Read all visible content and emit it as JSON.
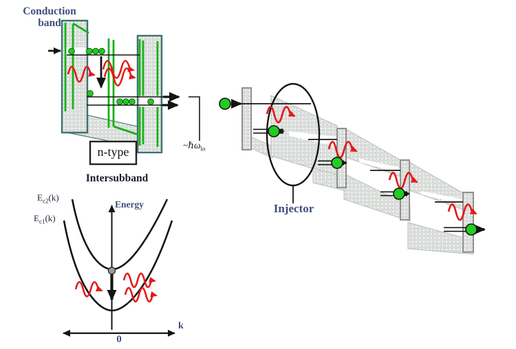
{
  "band_diagram": {
    "conduction_line1": "Conduction",
    "conduction_line2": "band",
    "n_type": "n-type",
    "phonon": {
      "pre": "~ℏω",
      "sub": "lo"
    }
  },
  "dispersion": {
    "title": "Intersubband",
    "curve_upper": {
      "main": "E",
      "sub": "c2",
      "rest": "(k)"
    },
    "curve_lower": {
      "main": "E",
      "sub": "c1",
      "rest": "(k)"
    },
    "energy_label": "Energy",
    "k_label": "k",
    "origin_label": "0"
  },
  "cascade": {
    "injector_label": "Injector"
  },
  "colors": {
    "well_green": "#17b117",
    "electron_green": "#22cc22",
    "photon_red": "#e41a1a",
    "barrier_teal": "#3e7270",
    "label_blue": "#3f4e7e",
    "ink_black": "#141414",
    "hatch_base": "#eceeec",
    "hatch_dot": "#b4bab6",
    "cascade_barrier_gray": "#909090"
  }
}
